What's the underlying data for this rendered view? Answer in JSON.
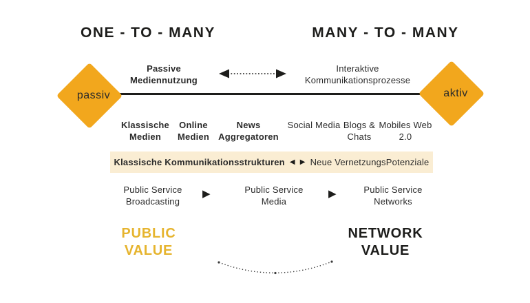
{
  "colors": {
    "accent_diamond": "#F2A71D",
    "banner_background": "#FAEDD3",
    "public_value_gold": "#E6B42E",
    "ink": "#1d1d1b"
  },
  "headers": {
    "one_to_many": "ONE - TO - MANY",
    "many_to_many": "MANY - TO - MANY"
  },
  "spectrum": {
    "left_node": "passiv",
    "right_node": "aktiv",
    "left_mode": "Passive Mediennutzung",
    "right_mode": "Interaktive Kommunikationsprozesse"
  },
  "media_types": {
    "classic": [
      "Klassische Medien",
      "Online Medien",
      "News Aggregatoren"
    ],
    "networked": [
      "Social Media",
      "Blogs & Chats",
      "Mobiles Web 2.0"
    ]
  },
  "banner": {
    "left_text": "Klassische Kommunikationsstrukturen",
    "right_text": "Neue VernetzungsPotenziale",
    "left_arrow": "◀",
    "right_arrow": "▶"
  },
  "evolution": {
    "stages": [
      "Public Service Broadcasting",
      "Public Service Media",
      "Public Service Networks"
    ]
  },
  "icons": {
    "arrow_right": "▶"
  },
  "values": {
    "left": "PUBLIC VALUE",
    "right": "NETWORK VALUE"
  }
}
